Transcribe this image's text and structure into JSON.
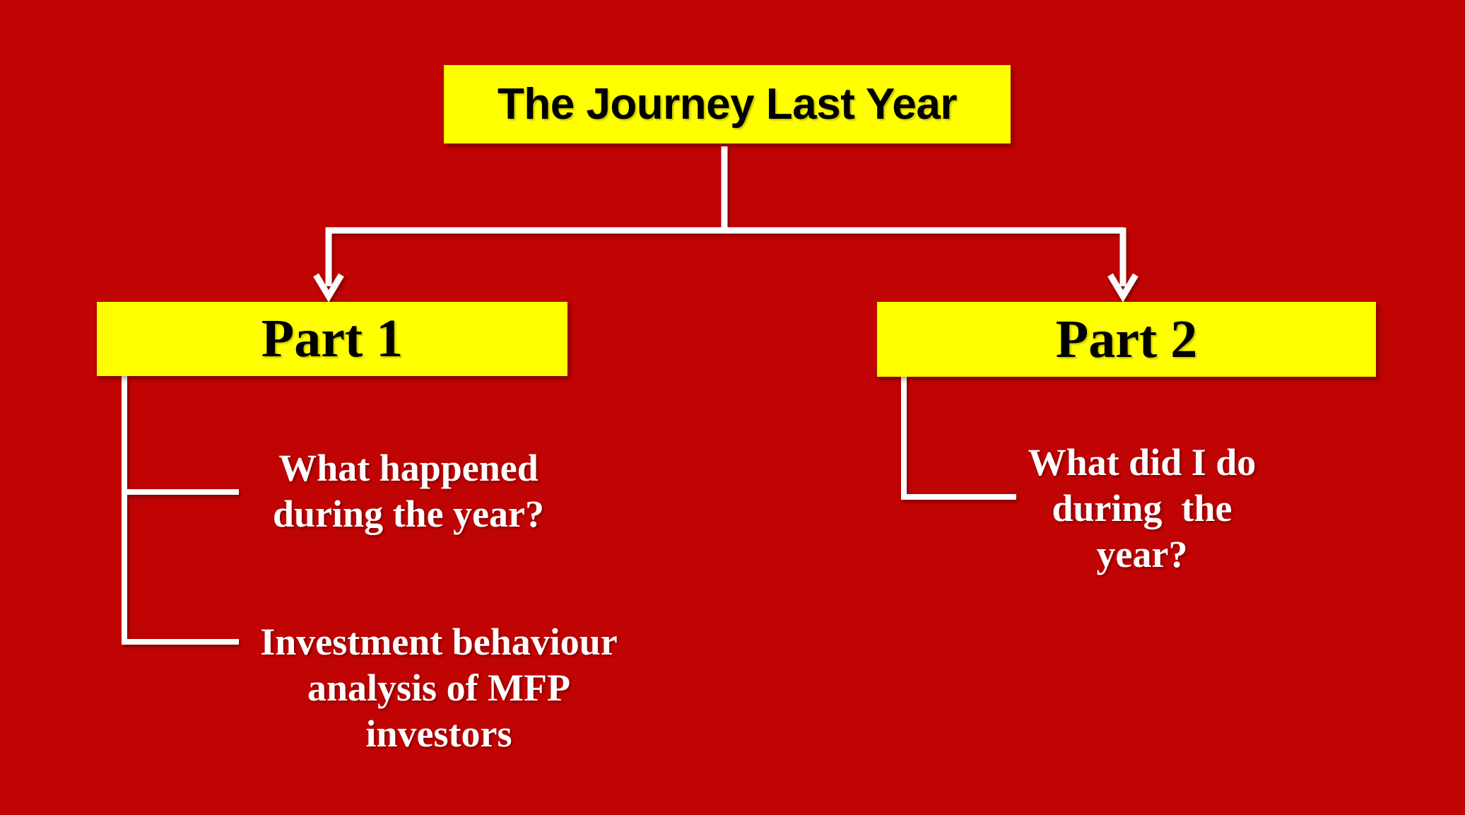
{
  "page_title": "The Journey Last Year",
  "colors": {
    "background": "#C00303",
    "node_fill": "#FFFF00",
    "node_text": "#000000",
    "connector": "#FFFFFF",
    "leaf_text": "#FFFFFF"
  },
  "diagram": {
    "type": "tree",
    "root": {
      "label": "The Journey Last Year",
      "children": [
        {
          "label": "Part 1",
          "children": [
            {
              "label": "What happened\nduring the year?"
            },
            {
              "label": "Investment behaviour\nanalysis of MFP\ninvestors"
            }
          ]
        },
        {
          "label": "Part 2",
          "children": [
            {
              "label": "What did I do\nduring  the\nyear?"
            }
          ]
        }
      ]
    }
  }
}
